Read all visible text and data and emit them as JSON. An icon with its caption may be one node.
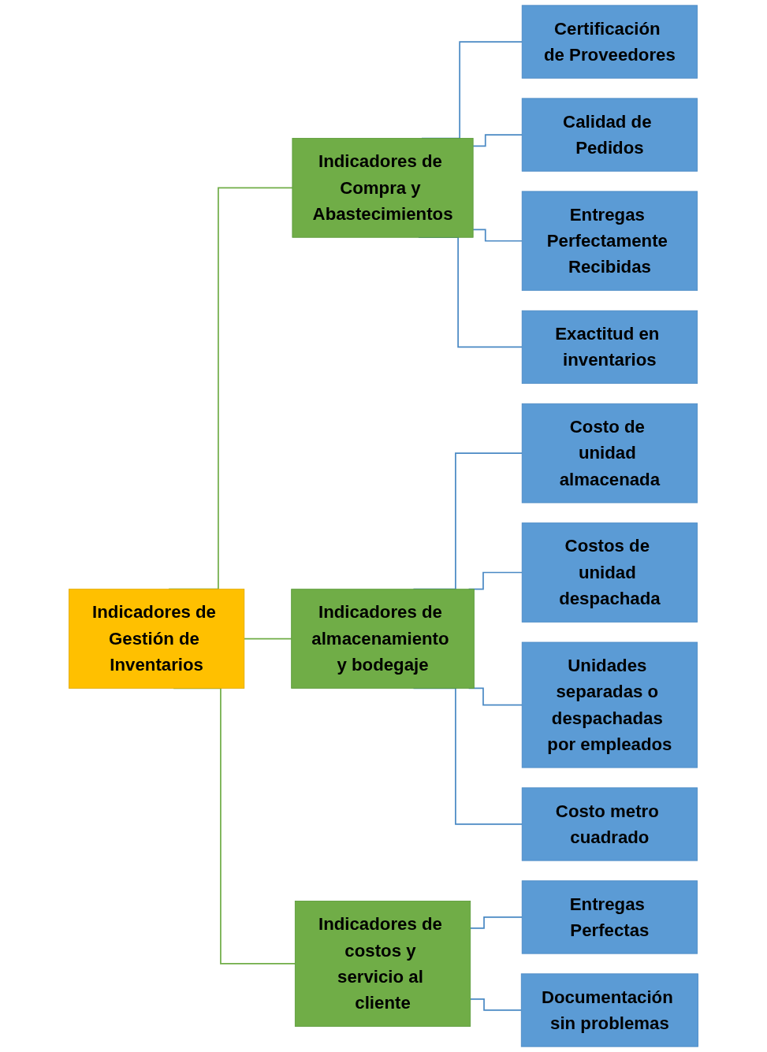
{
  "diagram": {
    "nodes": [
      {
        "text": [
          "Indicadores de Gestión de Inventarios"
        ]
      },
      {
        "text": [
          "Indicadores de Compra y Abastecimientos"
        ]
      },
      {
        "text": [
          "Indicadores de almacenamiento y bodegaje"
        ]
      },
      {
        "text": [
          "Indicadores de costos y servicio al cliente"
        ]
      },
      {
        "text": [
          "Certificación de Proveedores"
        ]
      },
      {
        "text": [
          "Calidad de Pedidos"
        ]
      },
      {
        "text": [
          "Entregas Perfectamente Recibidas"
        ]
      },
      {
        "text": [
          "Exactitud en inventarios"
        ]
      },
      {
        "text": [
          "Costo de unidad almacenada"
        ]
      },
      {
        "text": [
          "Costos de unidad despachada"
        ]
      },
      {
        "text": [
          "Unidades separadas o despachadas por empleados"
        ]
      },
      {
        "text": [
          "Costo metro cuadrado"
        ]
      },
      {
        "text": [
          "Entregas Perfectas"
        ]
      },
      {
        "text": [
          "Documentación sin problemas"
        ]
      }
    ],
    "edges": [
      {
        "from": 0,
        "to": 1,
        "arrow": "none",
        "color": "#70ad47"
      },
      {
        "from": 0,
        "to": 2,
        "arrow": "none",
        "color": "#70ad47"
      },
      {
        "from": 0,
        "to": 3,
        "arrow": "none",
        "color": "#70ad47"
      },
      {
        "from": 1,
        "to": 4,
        "arrow": "none"
      },
      {
        "from": 1,
        "to": 5,
        "arrow": "none"
      },
      {
        "from": 1,
        "to": 6,
        "arrow": "none"
      },
      {
        "from": 1,
        "to": 7,
        "arrow": "none"
      },
      {
        "from": 2,
        "to": 8,
        "arrow": "none"
      },
      {
        "from": 2,
        "to": 9,
        "arrow": "none"
      },
      {
        "from": 2,
        "to": 10,
        "arrow": "none"
      },
      {
        "from": 2,
        "to": 11,
        "arrow": "none"
      },
      {
        "from": 3,
        "to": 12,
        "arrow": "none"
      },
      {
        "from": 3,
        "to": 13,
        "arrow": "none"
      }
    ]
  }
}
